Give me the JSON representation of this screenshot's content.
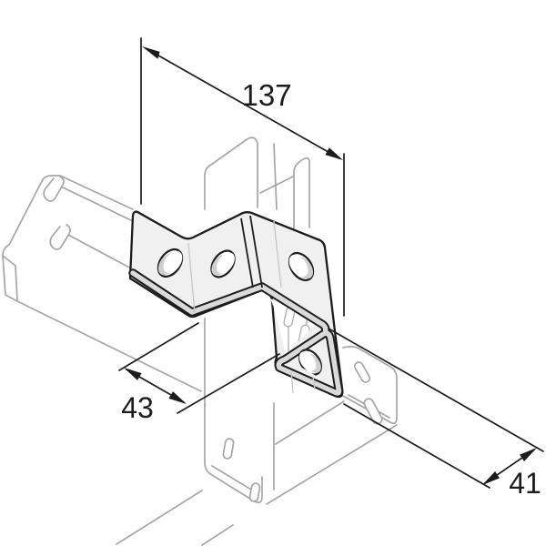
{
  "page": {
    "background": "#ffffff"
  },
  "drawing": {
    "description": "Isometric technical line drawing of a Z-shaped multi-hole angle bracket wrapped around a vertical strut channel, connecting an upper-left horizontal channel and a lower-right horizontal channel",
    "line_color": "#1c1c1c",
    "secondary_line_color": "#a6a6a6",
    "bracket_fill": "#f0f0f0",
    "edge_band_fill": "#dadada",
    "hole_shade_fill": "#cfcfcf",
    "dimensions": {
      "overall_length": {
        "label": "137"
      },
      "drop_offset": {
        "label": "43"
      },
      "channel_width": {
        "label": "41"
      }
    }
  }
}
